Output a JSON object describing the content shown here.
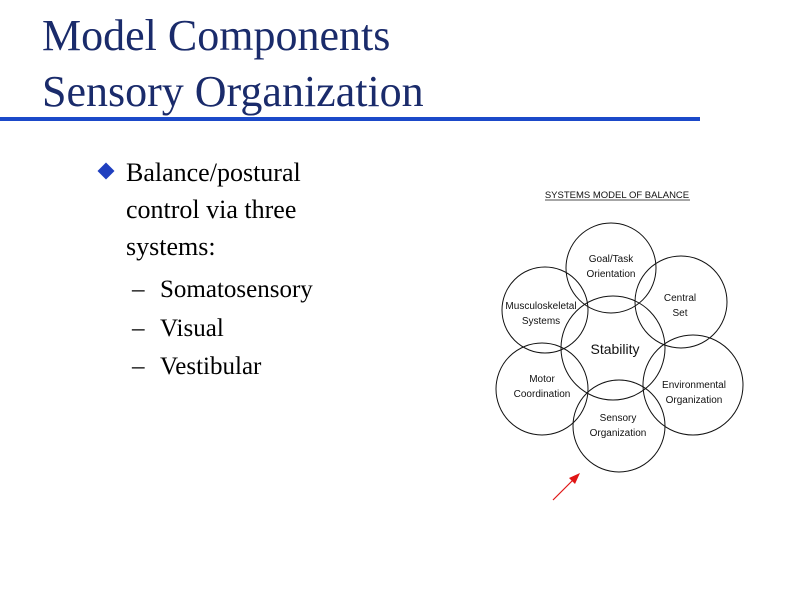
{
  "slide": {
    "title_line1": "Model Components",
    "title_line2": "Sensory Organization",
    "accent_color": "#1b49c9",
    "title_color": "#1a2b6b"
  },
  "bullets": {
    "main": [
      "Balance/postural",
      "control via three",
      "systems:"
    ],
    "sub": [
      "Somatosensory",
      "Visual",
      "Vestibular"
    ],
    "dash": "–"
  },
  "diagram": {
    "heading": "SYSTEMS MODEL OF BALANCE",
    "center": "Stability",
    "nodes": {
      "goal": [
        "Goal/Task",
        "Orientation"
      ],
      "central": [
        "Central",
        "Set"
      ],
      "musculo": [
        "Musculoskeletal",
        "Systems"
      ],
      "environment": [
        "Environmental",
        "Organization"
      ],
      "motor": [
        "Motor",
        "Coordination"
      ],
      "sensory": [
        "Sensory",
        "Organization"
      ]
    },
    "arrow_color": "#e01515"
  }
}
